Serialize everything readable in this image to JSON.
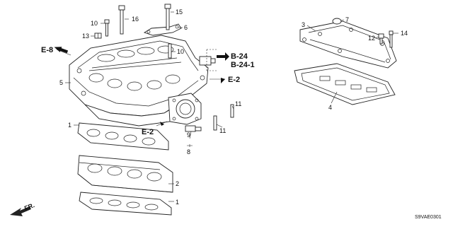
{
  "callouts": {
    "c1_top": "1",
    "c1_bottom": "1",
    "c2": "2",
    "c3": "3",
    "c4": "4",
    "c5": "5",
    "c6": "6",
    "c7": "7",
    "c8": "8",
    "c9": "9",
    "c10_top": "10",
    "c10_mid": "10",
    "c11_top": "11",
    "c11_bottom": "11",
    "c12": "12",
    "c13": "13",
    "c14": "14",
    "c15": "15",
    "c16": "16"
  },
  "references": {
    "e8": "E-8",
    "e2_right": "E-2",
    "e2_left": "E-2",
    "b24": "B-24",
    "b24_1": "B-24-1"
  },
  "direction": {
    "label": "FR."
  },
  "diagram_code": "S9VAE0301"
}
